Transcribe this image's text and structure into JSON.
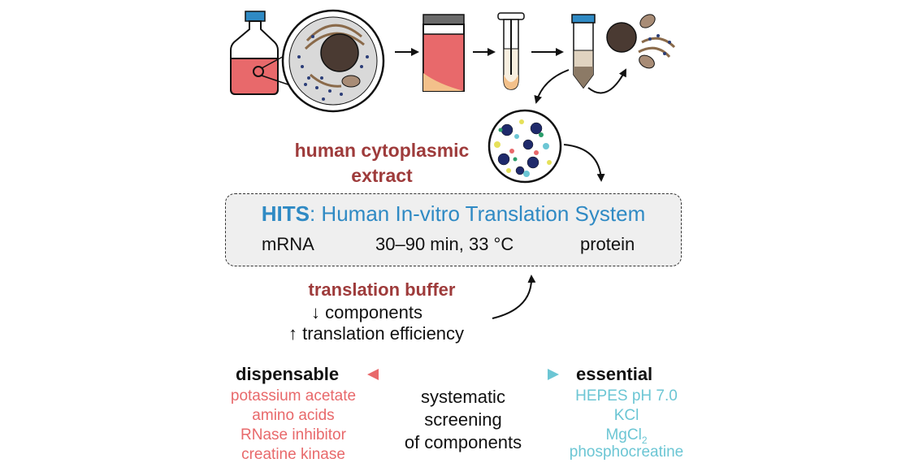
{
  "extract_label": "human cytoplasmic extract",
  "hits": {
    "acronym": "HITS",
    "title_rest": ": Human In-vitro Translation System",
    "input": "mRNA",
    "conditions": "30–90 min, 33 °C",
    "output": "protein"
  },
  "buffer": {
    "title": "translation buffer",
    "line1": "↓ components",
    "line2": "↑ translation efficiency"
  },
  "dispensable": {
    "heading": "dispensable",
    "items": [
      "potassium acetate",
      "amino acids",
      "RNase inhibitor",
      "creatine kinase"
    ]
  },
  "essential": {
    "heading": "essential",
    "items": [
      "HEPES pH 7.0",
      "KCl",
      "MgCl",
      "phosphocreatine"
    ],
    "mgcl_subscript": "2"
  },
  "screening": [
    "systematic",
    "screening",
    "of components"
  ],
  "colors": {
    "brand_red": "#9e3b3b",
    "hits_blue": "#2f8ac4",
    "dispensable_red": "#e8696b",
    "essential_cyan": "#6cc6d4"
  }
}
